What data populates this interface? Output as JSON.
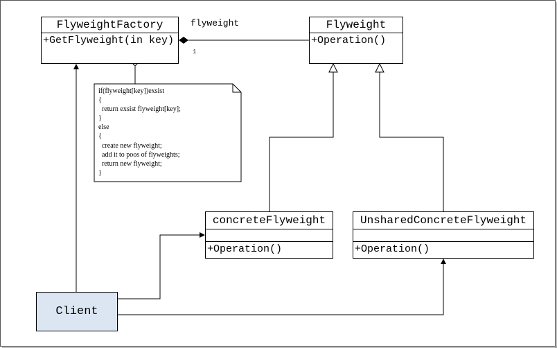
{
  "classes": {
    "factory": {
      "name": "FlyweightFactory",
      "operation": "+GetFlyweight(in key)"
    },
    "flyweight": {
      "name": "Flyweight",
      "operation": "+Operation()"
    },
    "concrete": {
      "name": "concreteFlyweight",
      "operation": "+Operation()"
    },
    "unshared": {
      "name": "UnsharedConcreteFlyweight",
      "operation": "+Operation()"
    }
  },
  "client": {
    "name": "Client",
    "fill_color": "#dce6f2"
  },
  "association": {
    "role": "flyweight",
    "multiplicity": "1"
  },
  "note": {
    "lines": [
      "if(flyweight[key])exsist",
      "{",
      "  return exsist flyweight[key];",
      "}",
      "else",
      "{",
      "  create new flyweight;",
      "  add it to poos of flyweights;",
      "  return new flyweight;",
      "}"
    ]
  },
  "icons": {
    "composition": "filled-diamond-icon",
    "generalization": "hollow-triangle-arrowhead-icon",
    "dependency": "filled-arrowhead-icon",
    "note_anchor": "hollow-circle-icon"
  }
}
